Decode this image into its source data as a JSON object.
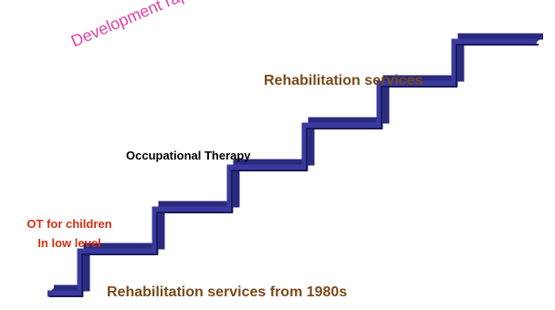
{
  "headline": {
    "text": "Development rapidly",
    "color": "#e040a8"
  },
  "steps": {
    "top": {
      "text": "Rehabilitation services",
      "color": "#7a4a1a"
    },
    "middle": {
      "text": "Occupational Therapy",
      "color": "#000000"
    },
    "lower": {
      "line1": "OT for children",
      "line2": "In low level",
      "color": "#d03010"
    },
    "base": {
      "text": "Rehabilitation services from 1980s",
      "color": "#7a4a1a"
    }
  },
  "staircase": {
    "steps_count": 6,
    "front_color": "#3a3a9e",
    "top_color": "#2a2a7e",
    "shadow_color": "#1a1a5a"
  }
}
